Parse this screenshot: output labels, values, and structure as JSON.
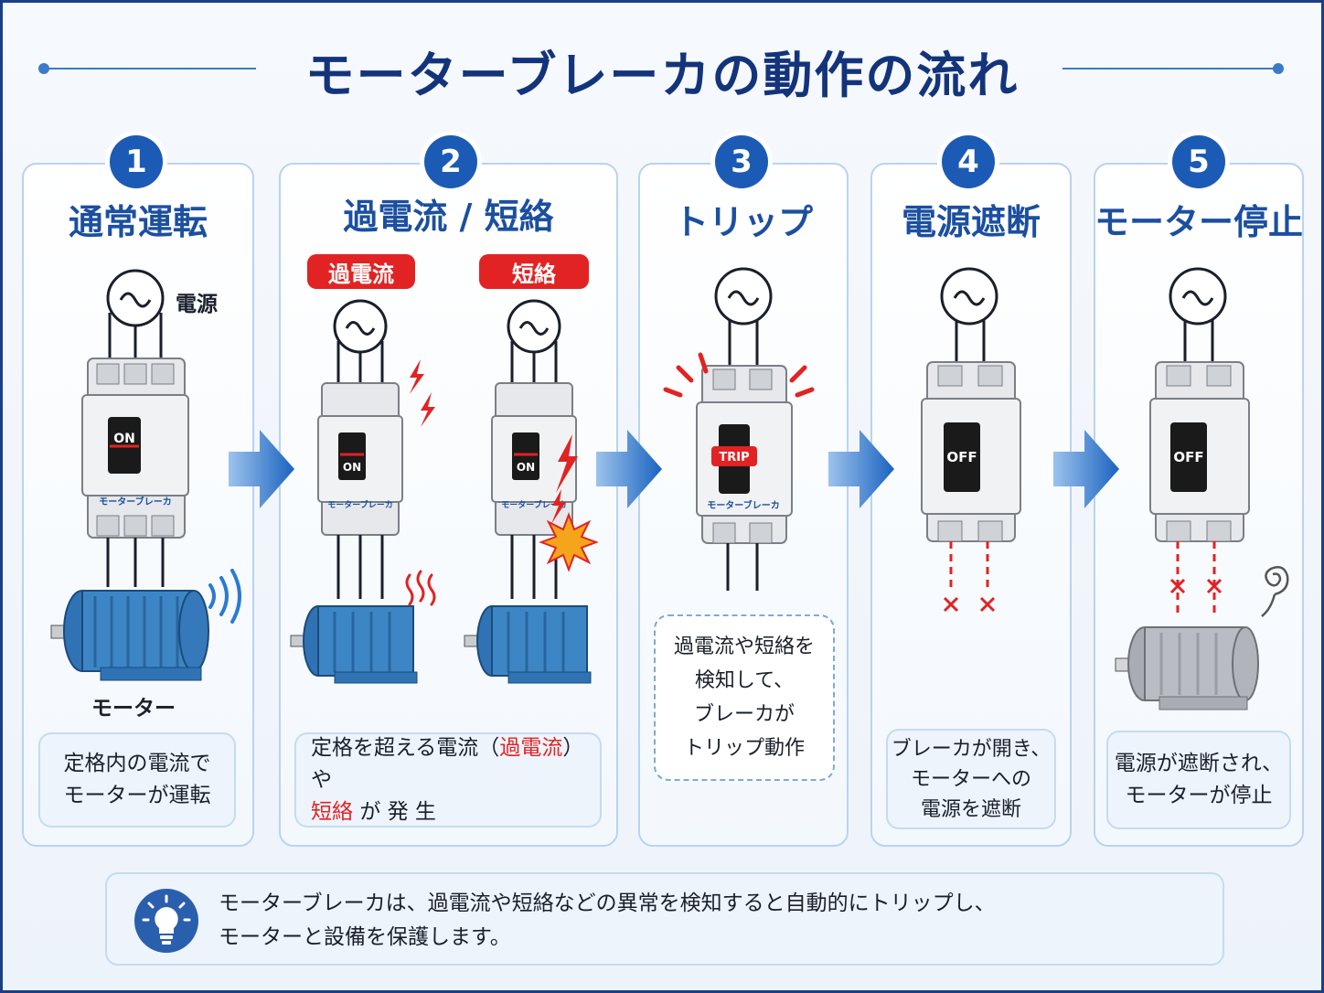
{
  "title": "モーターブレーカの動作の流れ",
  "steps": [
    {
      "num": "1",
      "title": "通常運転",
      "caption": [
        "定格内の電流で",
        "モーターが運転"
      ]
    },
    {
      "num": "2",
      "title": "過電流 / 短絡",
      "caption_line1": [
        "定格を超える電流（",
        "過電流",
        "）や"
      ],
      "caption_line2": [
        "短絡",
        "が 発 生"
      ]
    },
    {
      "num": "3",
      "title": "トリップ",
      "callout": [
        "過電流や短絡を",
        "検知して、",
        "ブレーカが",
        "トリップ動作"
      ]
    },
    {
      "num": "4",
      "title": "電源遮断",
      "caption": [
        "ブレーカが開き、",
        "モーターへの",
        "電源を遮断"
      ]
    },
    {
      "num": "5",
      "title": "モーター停止",
      "caption": [
        "電源が遮断され、",
        "モーターが停止"
      ]
    }
  ],
  "labels": {
    "power": "電源",
    "motor": "モーター",
    "overcurrent_badge": "過電流",
    "short_badge": "短絡",
    "breaker_name": "モーターブレーカ",
    "on": "ON",
    "off": "OFF",
    "trip": "TRIP",
    "x_mark": "×"
  },
  "footer": {
    "lines": [
      "モーターブレーカは、過電流や短絡などの異常を検知すると自動的にトリップし、",
      "モーターと設備を保護します。"
    ]
  },
  "colors": {
    "brand_navy": "#13347a",
    "step_blue": "#1b5bb5",
    "alert_red": "#e12323",
    "motor_blue": "#3d86c6",
    "motor_gray": "#b9bcc2"
  },
  "icons": [
    "ac-source-icon",
    "lightning-icon",
    "heat-wave-icon",
    "vibration-icon",
    "spark-burst-icon",
    "flow-arrow-icon",
    "x-mark-icon",
    "spiral-stop-icon",
    "lightbulb-icon"
  ]
}
